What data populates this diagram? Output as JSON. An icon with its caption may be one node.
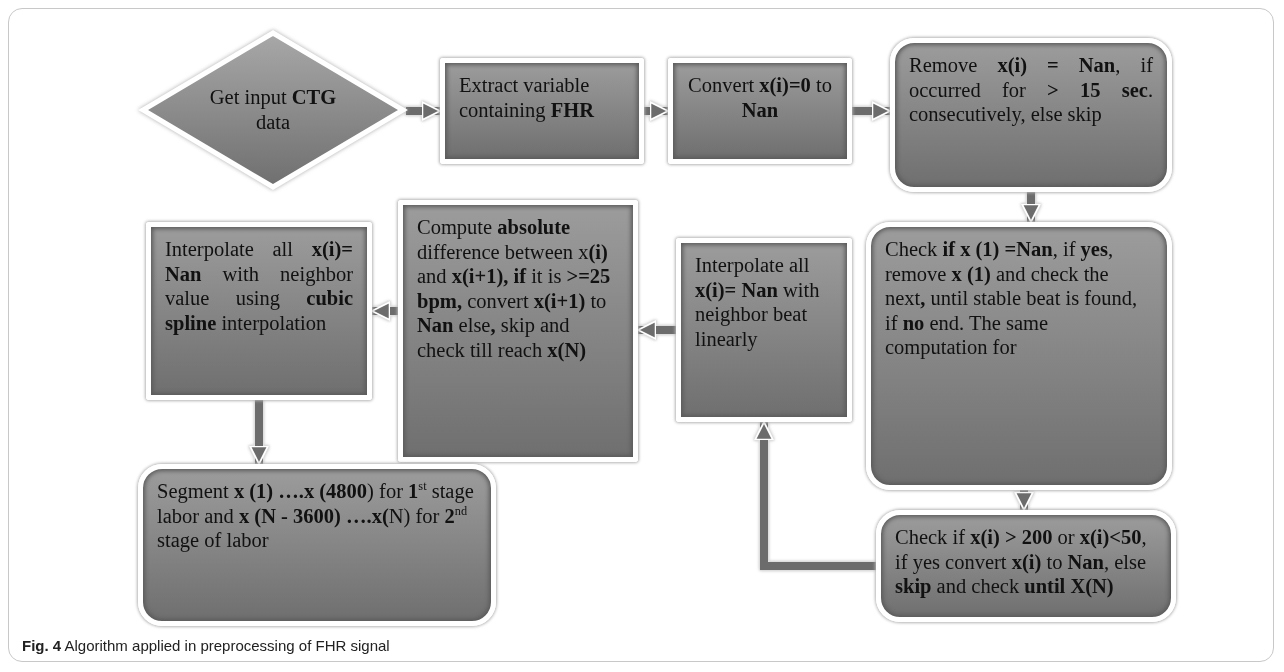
{
  "diagram": {
    "caption": "**Fig. 4** Algorithm applied in preprocessing of FHR signal",
    "nodes": [
      {
        "text": [
          "Get input **CTG** data"
        ]
      },
      {
        "text": [
          "Extract variable containing **FHR**"
        ]
      },
      {
        "text": [
          "Convert **x(i)=0** to **Nan**"
        ]
      },
      {
        "text": [
          "Remove **x(i) = Nan**, if occurred for **> 15 sec**. consecutively, else skip"
        ]
      },
      {
        "text": [
          "Interpolate all **x(i)= Nan** with neighbor value using **cubic spline** interpolation"
        ]
      },
      {
        "text": [
          "Compute **absolute** difference between x**(i)** and **x(i+1), if** it is **>=25 bpm,** convert **x(i+1)** to **Nan** else**,** skip and check till reach **x(N)**"
        ]
      },
      {
        "text": [
          "Interpolate all **x(i)= Nan** with neighbor beat linearly"
        ]
      },
      {
        "text": [
          "Check **if x (1) =Nan**, if **yes**, remove **x (1)** and check the next**,** until stable beat is found, if **no** end. The same computation for"
        ]
      },
      {
        "text": [
          "Segment **x (1) ….x (4800**) for **1**$^{st}$ stage labor and **x (N - 3600) ….x(**N) for **2**$^{nd}$ stage of labor"
        ]
      },
      {
        "text": [
          "Check if **x(i) > 200** or **x(i)<50**, if yes convert **x(i)** to **Nan**, else **skip** and check **until X(N)**"
        ]
      }
    ],
    "edges": [
      {
        "from": 0,
        "to": 1,
        "arrow": "to"
      },
      {
        "from": 1,
        "to": 2,
        "arrow": "to"
      },
      {
        "from": 2,
        "to": 3,
        "arrow": "to"
      },
      {
        "from": 3,
        "to": 7,
        "arrow": "to"
      },
      {
        "from": 7,
        "to": 9,
        "arrow": "to"
      },
      {
        "from": 9,
        "to": 6,
        "arrow": "to"
      },
      {
        "from": 6,
        "to": 5,
        "arrow": "to"
      },
      {
        "from": 5,
        "to": 4,
        "arrow": "to"
      },
      {
        "from": 4,
        "to": 8,
        "arrow": "to"
      }
    ]
  }
}
